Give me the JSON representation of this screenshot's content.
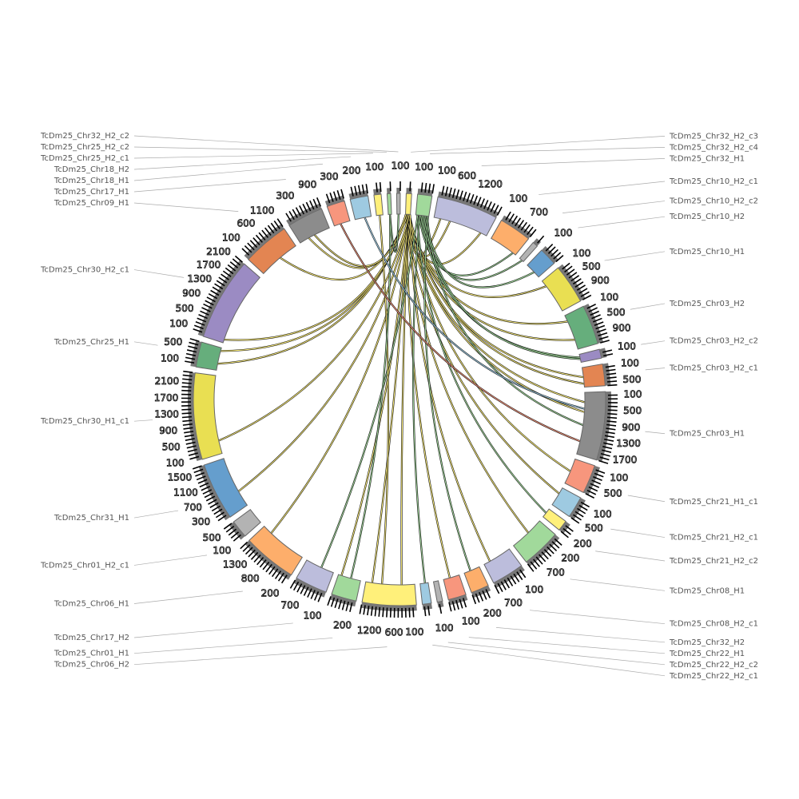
{
  "chart_data": {
    "type": "chord",
    "title": "",
    "tick_interval": 100,
    "segments": [
      {
        "name": "TcDm25_Chr32_H2_c2",
        "length": 100,
        "color": "#b3b3b3"
      },
      {
        "name": "TcDm25_Chr32_H2_c3",
        "length": 150,
        "color": "#fff07a"
      },
      {
        "name": "TcDm25_Chr32_H2_c4",
        "length": 400,
        "color": "#a1d99b"
      },
      {
        "name": "TcDm25_Chr32_H1",
        "length": 1700,
        "color": "#bcbddc"
      },
      {
        "name": "TcDm25_Chr10_H2_c1",
        "length": 900,
        "color": "#fdae6b"
      },
      {
        "name": "TcDm25_Chr10_H2_c2",
        "length": 150,
        "color": "#b3b3b3"
      },
      {
        "name": "TcDm25_Chr10_H2",
        "length": 500,
        "color": "#659ecd"
      },
      {
        "name": "TcDm25_Chr10_H1",
        "length": 1100,
        "color": "#e9df52"
      },
      {
        "name": "TcDm25_Chr03_H2",
        "length": 1100,
        "color": "#66ae7c"
      },
      {
        "name": "TcDm25_Chr03_H2_c2",
        "length": 250,
        "color": "#9b8bc3"
      },
      {
        "name": "TcDm25_Chr03_H2_c1",
        "length": 600,
        "color": "#e38552"
      },
      {
        "name": "TcDm25_Chr03_H1",
        "length": 1900,
        "color": "#8c8c8c"
      },
      {
        "name": "TcDm25_Chr21_H1_c1",
        "length": 800,
        "color": "#f7967d"
      },
      {
        "name": "TcDm25_Chr21_H2_c1",
        "length": 600,
        "color": "#9ecae1"
      },
      {
        "name": "TcDm25_Chr21_H2_c2",
        "length": 300,
        "color": "#fff07a"
      },
      {
        "name": "TcDm25_Chr08_H1",
        "length": 1100,
        "color": "#a1d99b"
      },
      {
        "name": "TcDm25_Chr08_H2_c1",
        "length": 900,
        "color": "#bcbddc"
      },
      {
        "name": "TcDm25_Chr32_H2",
        "length": 500,
        "color": "#fdae6b"
      },
      {
        "name": "TcDm25_Chr22_H1",
        "length": 500,
        "color": "#f7967d"
      },
      {
        "name": "TcDm25_Chr22_H2_c2",
        "length": 150,
        "color": "#b3b3b3"
      },
      {
        "name": "TcDm25_Chr22_H2_c1",
        "length": 250,
        "color": "#9ecae1"
      },
      {
        "name": "TcDm25_Chr06_H2",
        "length": 1500,
        "color": "#fff07a"
      },
      {
        "name": "TcDm25_Chr01_H1",
        "length": 700,
        "color": "#a1d99b"
      },
      {
        "name": "TcDm25_Chr17_H2",
        "length": 900,
        "color": "#bcbddc"
      },
      {
        "name": "TcDm25_Chr06_H1",
        "length": 1500,
        "color": "#fdae6b"
      },
      {
        "name": "TcDm25_Chr01_H2_c1",
        "length": 500,
        "color": "#b3b3b3"
      },
      {
        "name": "TcDm25_Chr31_H1",
        "length": 1600,
        "color": "#659ecd"
      },
      {
        "name": "TcDm25_Chr30_H1_c1",
        "length": 2400,
        "color": "#e9df52"
      },
      {
        "name": "TcDm25_Chr25_H1",
        "length": 700,
        "color": "#66ae7c"
      },
      {
        "name": "TcDm25_Chr30_H2_c1",
        "length": 2300,
        "color": "#9b8bc3"
      },
      {
        "name": "TcDm25_Chr09_H1",
        "length": 1300,
        "color": "#e38552"
      },
      {
        "name": "TcDm25_Chr17_H1",
        "length": 1000,
        "color": "#8c8c8c"
      },
      {
        "name": "TcDm25_Chr18_H1",
        "length": 500,
        "color": "#f7967d"
      },
      {
        "name": "TcDm25_Chr18_H2",
        "length": 500,
        "color": "#9ecae1"
      },
      {
        "name": "TcDm25_Chr25_H2_c1",
        "length": 200,
        "color": "#fff07a"
      },
      {
        "name": "TcDm25_Chr25_H2_c2",
        "length": 100,
        "color": "#a1d99b"
      }
    ],
    "links": [
      [
        1,
        50,
        3,
        200
      ],
      [
        1,
        80,
        3,
        500
      ],
      [
        1,
        100,
        3,
        1500
      ],
      [
        2,
        100,
        4,
        800
      ],
      [
        2,
        200,
        5,
        100
      ],
      [
        2,
        300,
        6,
        300
      ],
      [
        1,
        60,
        7,
        200
      ],
      [
        1,
        90,
        8,
        200
      ],
      [
        1,
        70,
        8,
        800
      ],
      [
        2,
        150,
        9,
        100
      ],
      [
        2,
        250,
        9,
        150
      ],
      [
        1,
        110,
        10,
        300
      ],
      [
        1,
        120,
        10,
        500
      ],
      [
        1,
        40,
        11,
        300
      ],
      [
        1,
        30,
        11,
        600
      ],
      [
        2,
        350,
        11,
        1000
      ],
      [
        1,
        130,
        12,
        400
      ],
      [
        1,
        20,
        13,
        200
      ],
      [
        2,
        50,
        14,
        150
      ],
      [
        1,
        10,
        15,
        500
      ],
      [
        1,
        140,
        16,
        700
      ],
      [
        2,
        380,
        17,
        300
      ],
      [
        1,
        45,
        18,
        300
      ],
      [
        2,
        120,
        20,
        100
      ],
      [
        1,
        75,
        21,
        400
      ],
      [
        1,
        78,
        21,
        1300
      ],
      [
        1,
        85,
        22,
        600
      ],
      [
        2,
        60,
        23,
        400
      ],
      [
        1,
        95,
        24,
        1200
      ],
      [
        1,
        105,
        26,
        500
      ],
      [
        1,
        115,
        27,
        400
      ],
      [
        1,
        35,
        28,
        200
      ],
      [
        1,
        55,
        28,
        600
      ],
      [
        1,
        65,
        29,
        100
      ],
      [
        1,
        25,
        30,
        700
      ],
      [
        1,
        15,
        31,
        300
      ],
      [
        1,
        12,
        31,
        500
      ],
      [
        0,
        50,
        35,
        50
      ],
      [
        34,
        100,
        21,
        1000
      ],
      [
        35,
        50,
        22,
        300
      ],
      [
        33,
        300,
        11,
        500
      ],
      [
        32,
        200,
        11,
        1500
      ]
    ]
  }
}
